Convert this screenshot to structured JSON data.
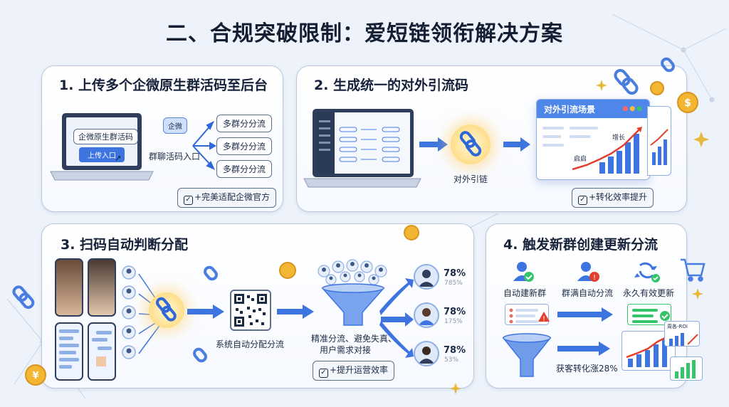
{
  "title": "二、合规突破限制：爱短链领衔解决方案",
  "panel1": {
    "title": "1. 上传多个企微原生群活码至后台",
    "screen_label": "企微原生群活码",
    "upload_button": "上传入口",
    "bubble": "企微",
    "entry_label": "群聊活码入口",
    "chips": [
      "多群分分流",
      "多群分分流",
      "多群分分流"
    ],
    "tag": "+完美适配企微官方"
  },
  "panel2": {
    "title": "2. 生成统一的对外引流码",
    "link_label": "对外引链",
    "window_title": "对外引流场景",
    "chart_up": "增长",
    "chart_start": "启启",
    "tag": "+转化效率提升"
  },
  "panel3": {
    "title": "3. 扫码自动判断分配",
    "qr_label": "系统自动分配分流",
    "funnel_label_1": "精准分流、避免失真、",
    "funnel_label_2": "用户需求对接",
    "tag": "+提升运营效率",
    "results": [
      {
        "pct": "78%",
        "sub": "785%"
      },
      {
        "pct": "78%",
        "sub": "175%"
      },
      {
        "pct": "78%",
        "sub": "53%"
      }
    ]
  },
  "panel4": {
    "title": "4. 触发新群创建更新分流",
    "items": [
      "自动建新群",
      "群满自动分流",
      "永久有效更新"
    ],
    "roi_label": "周各-ROI",
    "growth": "获客转化涨28%"
  },
  "colors": {
    "accent": "#2e67d8",
    "gold": "#f2b632",
    "panel_border": "#b9c7de"
  }
}
